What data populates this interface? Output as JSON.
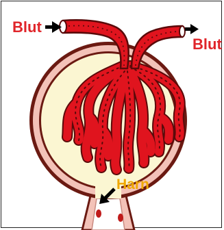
{
  "labels": {
    "blood_in": "Blut",
    "blood_out": "Blut",
    "urine": "Harn"
  },
  "colors": {
    "vessel": "#e0141e",
    "vessel_outline": "#7a0a0a",
    "capsule_fill": "#fbf6d2",
    "capsule_wall": "#6b1a12",
    "tubule": "#f3c2b8",
    "text_blood": "#e0252a",
    "text_urine": "#f0a800"
  }
}
